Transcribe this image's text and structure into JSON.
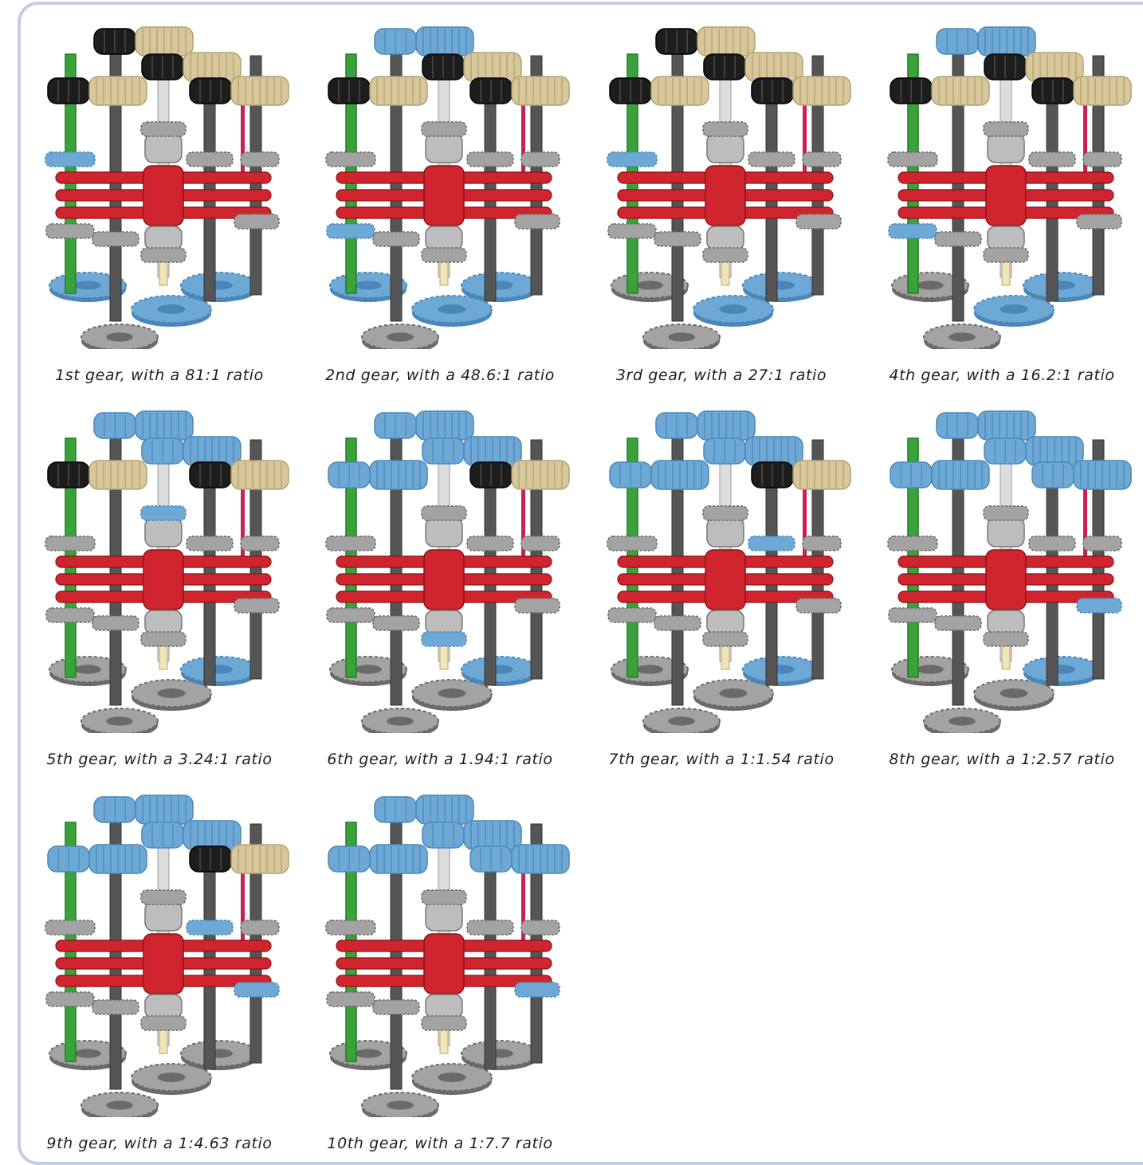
{
  "colors": {
    "blue": "#6ea9d6",
    "blue_dark": "#4a86b8",
    "tan": "#d8c79a",
    "black": "#1d1d1d",
    "gray": "#a3a3a3",
    "gray_dark": "#6a6a6a",
    "red": "#d0252e",
    "green": "#3aa23a",
    "magenta": "#c8205a",
    "shaft": "#555555",
    "frame_border": "#c5cde6"
  },
  "gears": [
    {
      "caption": "1st gear, with a 81:1 ratio",
      "engaged": {
        "top1": "black",
        "top2": "black",
        "top3": "black",
        "top4": "black",
        "mid1": "blue",
        "mid2": "gray",
        "mid3": "gray",
        "mid4": "gray",
        "low1": "gray",
        "low2": "gray",
        "low3": "gray",
        "bot1": "blue",
        "bot2": "blue",
        "bot3": "blue"
      }
    },
    {
      "caption": "2nd gear, with a 48.6:1 ratio",
      "engaged": {
        "top1": "blue",
        "top2": "black",
        "top3": "black",
        "top4": "black",
        "mid1": "gray",
        "mid2": "gray",
        "mid3": "gray",
        "mid4": "gray",
        "low1": "blue",
        "low2": "gray",
        "low3": "gray",
        "bot1": "blue",
        "bot2": "blue",
        "bot3": "blue"
      }
    },
    {
      "caption": "3rd gear, with a 27:1 ratio",
      "engaged": {
        "top1": "black",
        "top2": "black",
        "top3": "black",
        "top4": "black",
        "mid1": "blue",
        "mid2": "gray",
        "mid3": "gray",
        "mid4": "gray",
        "low1": "gray",
        "low2": "gray",
        "low3": "gray",
        "bot1": "gray",
        "bot2": "blue",
        "bot3": "blue"
      }
    },
    {
      "caption": "4th gear, with a 16.2:1 ratio",
      "engaged": {
        "top1": "blue",
        "top2": "black",
        "top3": "black",
        "top4": "black",
        "mid1": "gray",
        "mid2": "gray",
        "mid3": "gray",
        "mid4": "gray",
        "low1": "blue",
        "low2": "gray",
        "low3": "gray",
        "bot1": "gray",
        "bot2": "blue",
        "bot3": "blue"
      }
    },
    {
      "caption": "5th gear, with a 3.24:1 ratio",
      "engaged": {
        "top1": "blue",
        "top2": "blue",
        "top3": "black",
        "top4": "black",
        "mid1": "gray",
        "mid2": "blue",
        "mid3": "gray",
        "mid4": "gray",
        "low1": "gray",
        "low2": "gray",
        "low3": "gray",
        "bot1": "gray",
        "bot2": "gray",
        "bot3": "blue"
      }
    },
    {
      "caption": "6th gear, with a 1.94:1 ratio",
      "engaged": {
        "top1": "blue",
        "top2": "blue",
        "top3": "blue",
        "top4": "black",
        "mid1": "gray",
        "mid2": "gray",
        "mid3": "gray",
        "mid4": "gray",
        "low1": "gray",
        "low2": "blue",
        "low3": "gray",
        "bot1": "gray",
        "bot2": "gray",
        "bot3": "blue"
      }
    },
    {
      "caption": "7th gear, with a 1:1.54 ratio",
      "engaged": {
        "top1": "blue",
        "top2": "blue",
        "top3": "blue",
        "top4": "black",
        "mid1": "gray",
        "mid2": "gray",
        "mid3": "blue",
        "mid4": "gray",
        "low1": "gray",
        "low2": "gray",
        "low3": "gray",
        "bot1": "gray",
        "bot2": "gray",
        "bot3": "blue"
      }
    },
    {
      "caption": "8th gear, with a 1:2.57 ratio",
      "engaged": {
        "top1": "blue",
        "top2": "blue",
        "top3": "blue",
        "top4": "blue",
        "mid1": "gray",
        "mid2": "gray",
        "mid3": "gray",
        "mid4": "gray",
        "low1": "gray",
        "low2": "gray",
        "low3": "blue",
        "bot1": "gray",
        "bot2": "gray",
        "bot3": "blue"
      }
    },
    {
      "caption": "9th gear, with a 1:4.63 ratio",
      "engaged": {
        "top1": "blue",
        "top2": "blue",
        "top3": "blue",
        "top4": "black",
        "mid1": "gray",
        "mid2": "gray",
        "mid3": "blue",
        "mid4": "gray",
        "low1": "gray",
        "low2": "gray",
        "low3": "blue",
        "bot1": "gray",
        "bot2": "gray",
        "bot3": "gray"
      }
    },
    {
      "caption": "10th gear, with a 1:7.7 ratio",
      "engaged": {
        "top1": "blue",
        "top2": "blue",
        "top3": "blue",
        "top4": "blue",
        "mid1": "gray",
        "mid2": "gray",
        "mid3": "gray",
        "mid4": "gray",
        "low1": "gray",
        "low2": "gray",
        "low3": "blue",
        "bot1": "gray",
        "bot2": "gray",
        "bot3": "gray"
      }
    }
  ]
}
